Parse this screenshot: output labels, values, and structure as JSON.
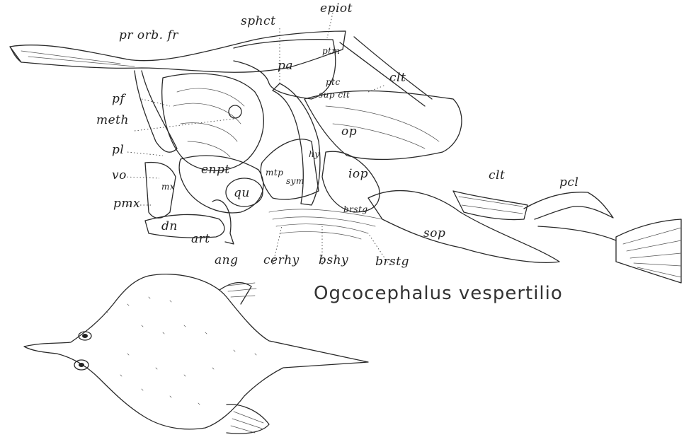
{
  "caption": "Ogcocephalus vespertilio",
  "labels": {
    "sphct": "sphct",
    "epiot": "epiot",
    "pr_orb_fr": "pr orb. fr",
    "pa": "pa",
    "ptm": "ptm",
    "clt_top": "clt",
    "ptc": "ptc",
    "sup_clt": "sup clt",
    "pf": "pf",
    "meth": "meth",
    "op": "op",
    "pl": "pl",
    "enpt": "enpt",
    "mtp": "mtp",
    "sym": "sym",
    "hy": "hy",
    "iop": "iop",
    "vo": "vo",
    "mx": "mx",
    "qu": "qu",
    "clt_right": "clt",
    "pcl": "pcl",
    "pmx": "pmx",
    "brstg_upper": "brstg",
    "sop": "sop",
    "dn": "dn",
    "art": "art",
    "ang": "ang",
    "cerhy": "cerhy",
    "bshy": "bshy",
    "brstg": "brstg"
  }
}
